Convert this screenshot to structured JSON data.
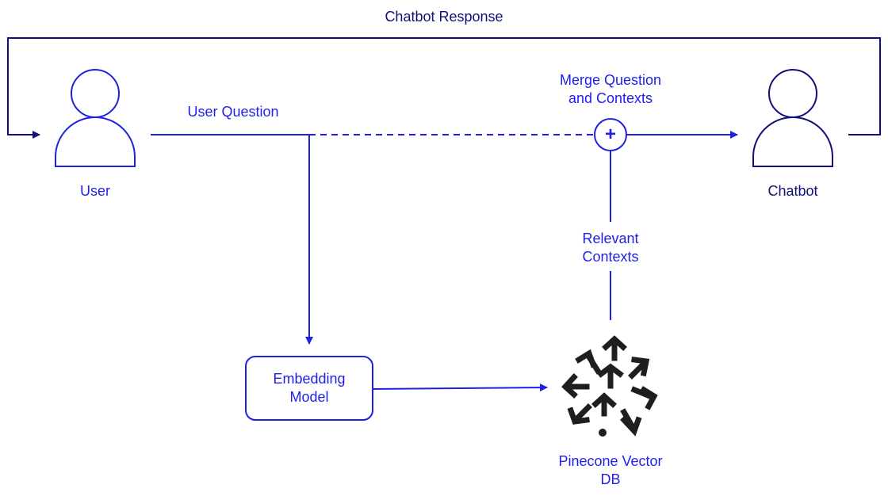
{
  "diagram": {
    "top_label": "Chatbot Response",
    "user_label": "User",
    "chatbot_label": "Chatbot",
    "question_label": "User Question",
    "merge_label_line1": "Merge Question",
    "merge_label_line2": "and Contexts",
    "merge_symbol": "+",
    "relevant_line1": "Relevant",
    "relevant_line2": "Contexts",
    "embedding_line1": "Embedding",
    "embedding_line2": "Model",
    "db_label_line1": "Pinecone Vector",
    "db_label_line2": "DB"
  },
  "colors": {
    "blue": "#1f1fe8",
    "navy": "#10107a",
    "logo": "#1e1e1e"
  },
  "icons": {
    "user": "person-icon",
    "chatbot": "person-icon",
    "db": "pinecone-logo"
  }
}
